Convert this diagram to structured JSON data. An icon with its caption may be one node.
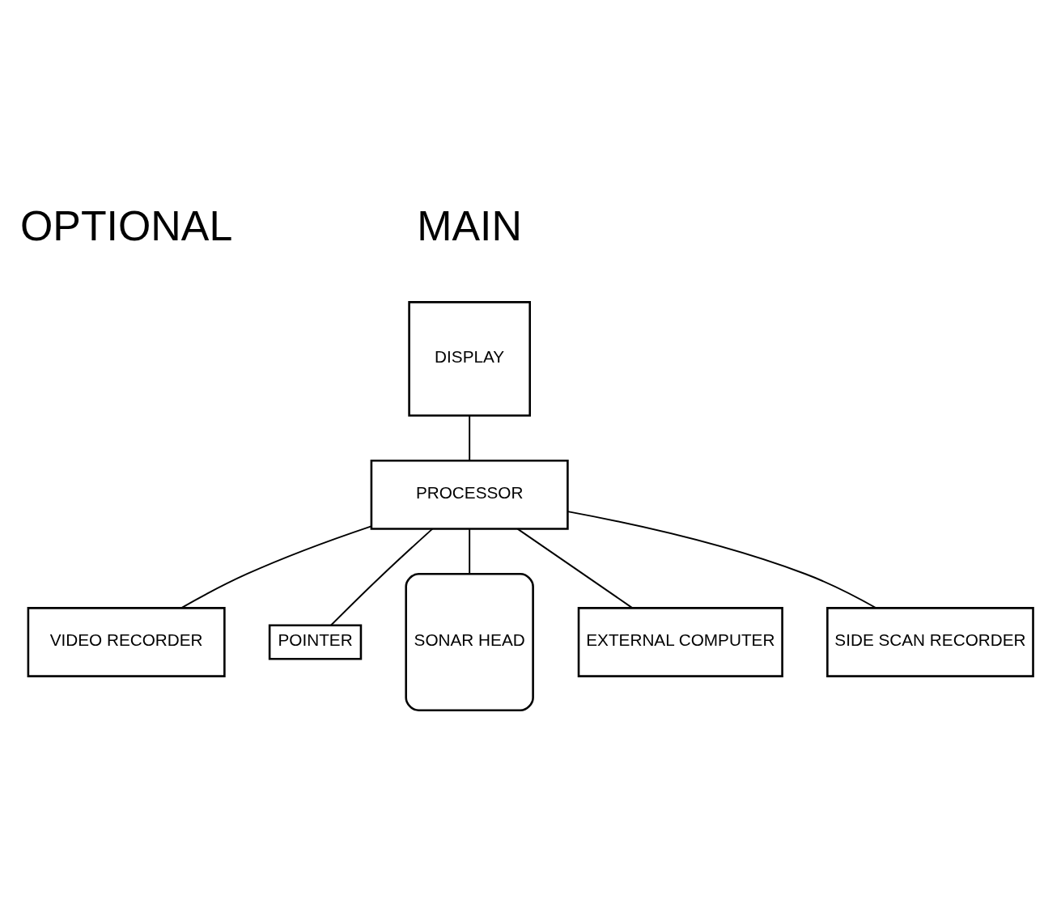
{
  "diagram": {
    "nodes": [
      {
        "text": [
          "DISPLAY"
        ]
      },
      {
        "text": [
          "PROCESSOR"
        ]
      },
      {
        "text": [
          "POINTER"
        ]
      },
      {
        "text": [
          "SONAR HEAD"
        ]
      },
      {
        "text": [
          "VIDEO RECORDER"
        ]
      },
      {
        "text": [
          "EXTERNAL COMPUTER"
        ]
      },
      {
        "text": [
          "SIDE SCAN RECORDER"
        ]
      }
    ],
    "edges": [
      {
        "from": 0,
        "to": 1,
        "arrow": "none"
      },
      {
        "from": 1,
        "to": 2,
        "arrow": "none"
      },
      {
        "from": 1,
        "to": 3,
        "arrow": "none"
      },
      {
        "from": 1,
        "to": 4,
        "arrow": "none"
      },
      {
        "from": 1,
        "to": 5,
        "arrow": "none"
      },
      {
        "from": 1,
        "to": 6,
        "arrow": "none"
      }
    ],
    "labels": [
      "MAIN",
      "OPTIONAL"
    ]
  }
}
